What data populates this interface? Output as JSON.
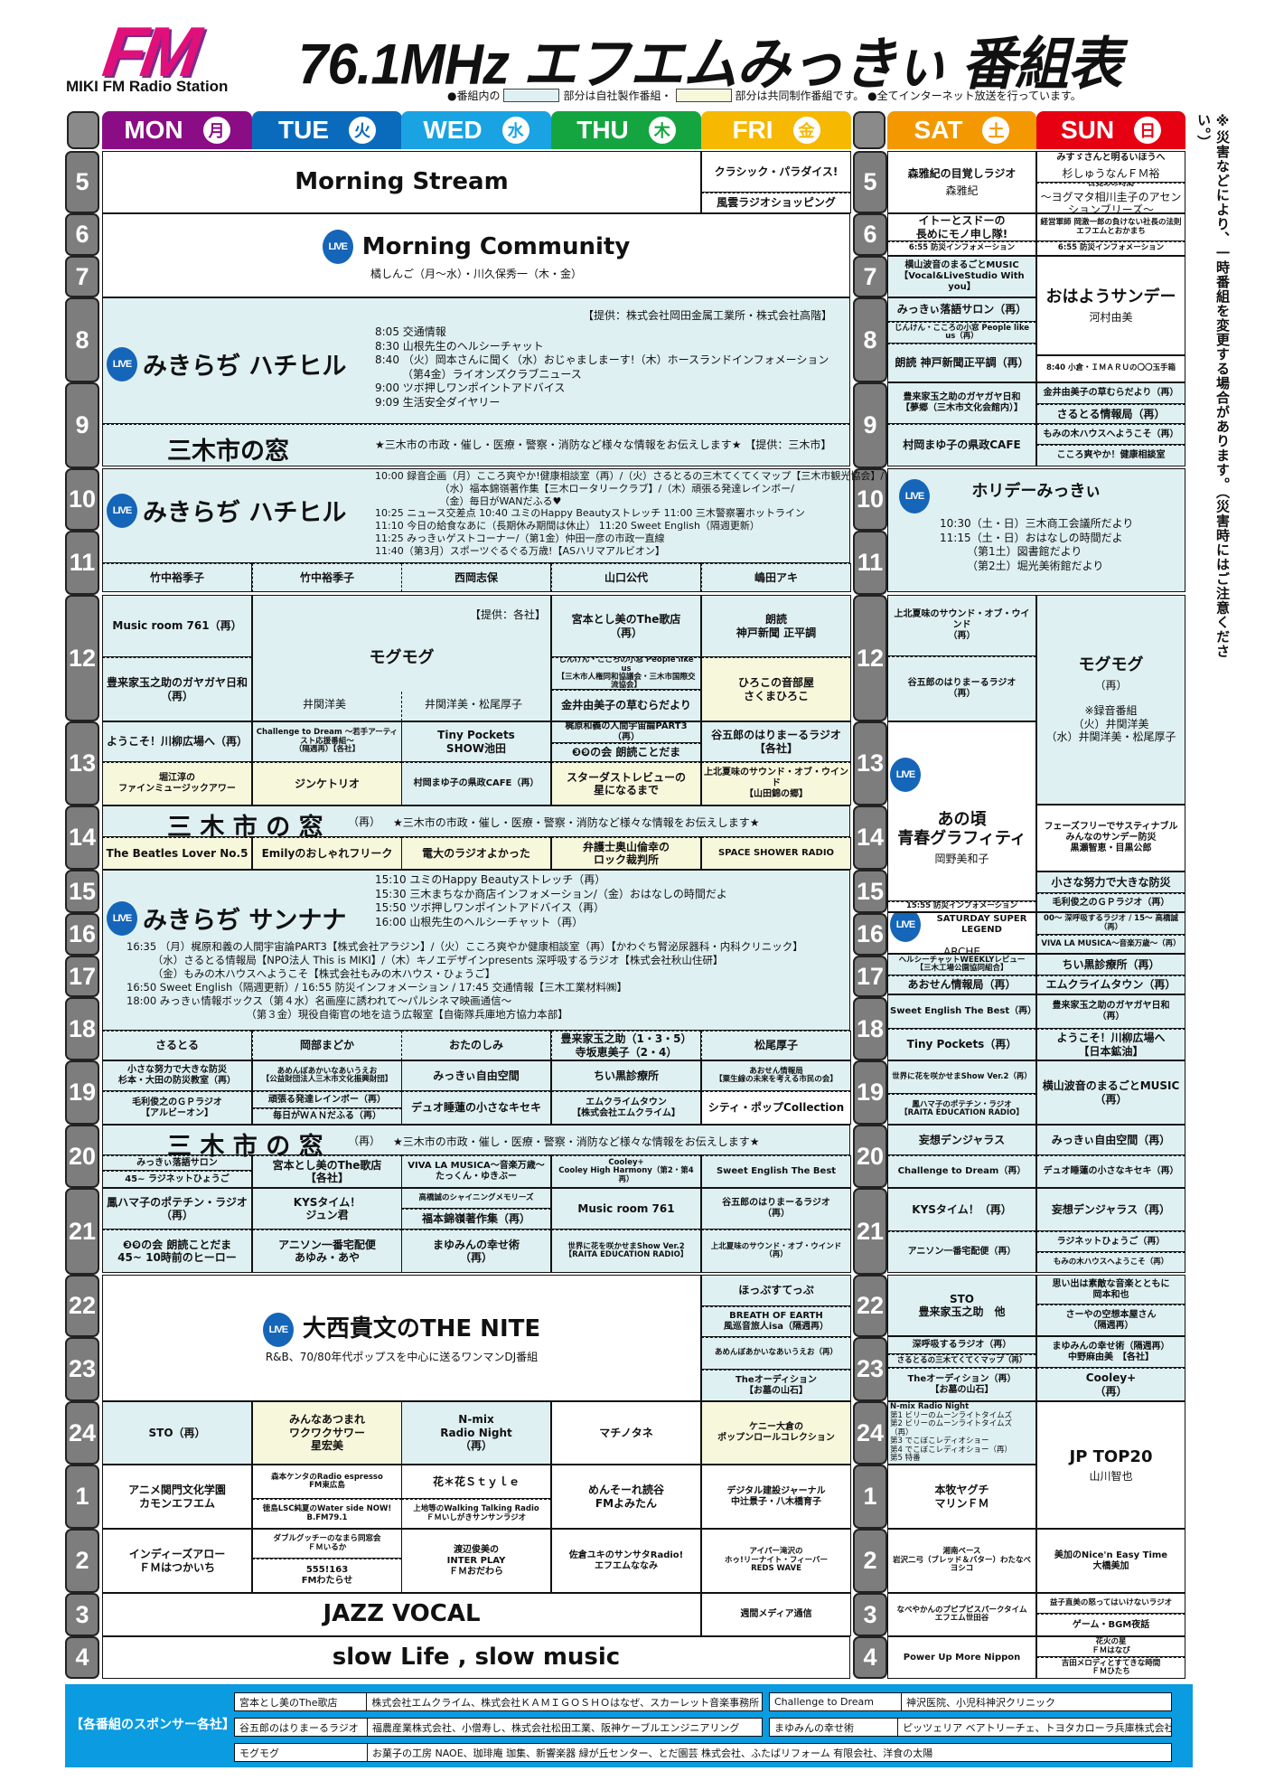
{
  "header": {
    "logo_text": "FM",
    "station_name": "MIKI FM Radio Station",
    "title": "76.1MHz エフエムみっきぃ 番組表",
    "legend_prefix": "●番組内の",
    "legend_own": "部分は自社製作番組・",
    "legend_joint": "部分は共同制作番組です。 ●全てインターネット放送を行っています。"
  },
  "days": [
    {
      "en": "MON",
      "jp": "月",
      "color": "#8b0d85"
    },
    {
      "en": "TUE",
      "jp": "火",
      "color": "#0a6bbd"
    },
    {
      "en": "WED",
      "jp": "水",
      "color": "#1aa3e3"
    },
    {
      "en": "THU",
      "jp": "木",
      "color": "#15a540"
    },
    {
      "en": "FRI",
      "jp": "金",
      "color": "#f6b800"
    },
    {
      "en": "SAT",
      "jp": "土",
      "color": "#f39800"
    },
    {
      "en": "SUN",
      "jp": "日",
      "color": "#e60012"
    }
  ],
  "colors": {
    "own_production": "#dff0f2",
    "joint_production": "#f7f7dc",
    "footer": "#0a9be0"
  },
  "hours": [
    "5",
    "6",
    "7",
    "8",
    "9",
    "10",
    "11",
    "12",
    "13",
    "14",
    "15",
    "16",
    "17",
    "18",
    "19",
    "20",
    "21",
    "22",
    "23",
    "24",
    "1",
    "2",
    "3",
    "4"
  ],
  "live_badge": "LIVE",
  "side_note": "※災害などにより、一時番組を変更する場合があります。（災害時にはご注意ください。）",
  "grid": {
    "ms": {
      "t": "Morning Stream"
    },
    "f5a": "クラシック・パラダイス!",
    "f5b": "風雲ラジオショッピング",
    "mc": {
      "t": "Morning Community",
      "s": "橘しんご（月～水）・川久保秀一（木・金）"
    },
    "hh1": "",
    "hh1_title": "みきらぢ ハチヒル",
    "hh1_sponsor": "【提供：株式会社岡田金属工業所・株式会社高階】",
    "hh1_list": "8:05  交通情報\n8:30  山根先生のヘルシーチャット\n8:40 （火）岡本さんに聞く（水）おじゃましまーす!（木）ホースランドインフォメーション\n　　　（第4金）ライオンズクラブニュース\n9:00  ツボ押しワンポイントアドバイス\n9:09  生活安全ダイヤリー",
    "mado1": "",
    "mado1_title": "三木市の窓",
    "mado1_info": "★三木市の市政・催し・医療・警察・消防など様々な情報をお伝えします★ 【提供：三木市】",
    "s5": {
      "t": "森雅紀の目覚しラジオ",
      "s": "森雅紀"
    },
    "u5a": {
      "t": "みすゞさんと明るいほうへ",
      "s": "杉しゅうなんＦＭ裕"
    },
    "u5b": {
      "t": "目覚めの時間",
      "s": "～ヨグマタ相川圭子のアセンションブリーズ～"
    },
    "s6a": "イトーとスドーの\n長めにモノ申し隊!",
    "s6b": "6:55 防災インフォメーション",
    "u6a": "経営軍師 岡激一郎の負けない社長の法則\nエフエムとおかまち",
    "u6b": "6:55 防災インフォメーション",
    "s7": "横山波音のまるごとMUSIC\n【Vocal&LiveStudio With you】",
    "s8a": "みっきぃ落語サロン（再）",
    "s8b": "じんけん・こころの小窓 People like us（再）",
    "s8c": "朗読 神戸新聞正平調（再）",
    "u7": {
      "t": "おはようサンデー",
      "s": "河村由美"
    },
    "u8": "8:40 小倉・ＩＭＡＲＵの〇〇玉手箱",
    "s9a": "豊来家玉之助のガヤガヤ日和\n【夢郷（三木市文化会館内）】",
    "s9b": "村岡まゆ子の県政CAFE",
    "u9a": "金井由美子の草むらだより（再）",
    "u9b": "さるとる情報局（再）",
    "u9c": "もみの木ハウスへようこそ（再）",
    "u9d": "こころ爽やか！健康相談室",
    "hh2": "",
    "hh2_title": "みきらぢ ハチヒル",
    "hh2_list": "10:00 録音企画（月）こころ爽やか!健康相談室（再）/（火）さるとるの三木てくてくマップ【三木市観光協会】/\n　　　　　　　（水）福本錦嶺著作集【三木ロータリークラブ】/（木）頑張る発達レインボー/\n　　　　　　　（金）毎日がWANだふる♥\n10:25 ニュース交差点  10:40 ユミのHappy Beautyストレッチ  11:00 三木警察署ホットライン\n11:10 今日の給食なあに（長期休み期間は休止）  11:20 Sweet English（隔週更新）\n11:25 みっきぃゲストコーナー/（第1金）仲田一彦の市政一直線\n11:40（第3月）スポーツぐるぐる万歳!【ASハリマアルビオン】",
    "n11a": "竹中裕季子",
    "n11b": "竹中裕季子",
    "n11c": "西岡志保",
    "n11d": "山口公代",
    "n11e": "嶋田アキ",
    "holiday": {
      "t": "ホリデーみっきぃ"
    },
    "holiday_list": "10:30（土・日）三木商工会議所だより\n11:15（土・日）おはなしの時間だよ\n　　　（第1土）図書館だより\n　　　（第2土）堀光美術館だより",
    "m12a": "Music room 761（再）",
    "m12b": "豊来家玉之助のガヤガヤ日和\n（再）",
    "mog": {
      "t": "モグモグ"
    },
    "mog_sponsor": "【提供：各社】",
    "mog_n1": "井関洋美",
    "mog_n2": "井関洋美・松尾厚子",
    "th12a": "宮本とし美のThe歌店\n（再）",
    "th12b": "じんけん・こころの小窓 People like us\n【三木市人権同和協議会・三木市国際交流協会】",
    "th12c": "金井由美子の草むらだより",
    "f12a": "朗読\n神戸新聞 正平調",
    "f12b": "ひろこの音部屋\nさくまひろこ",
    "s12a": "上北夏味のサウンド・オブ・ウインド\n（再）",
    "s12b": "谷五郎のはりまーるラジオ\n（再）",
    "u12": {
      "t": "モグモグ",
      "s": "（再）",
      "n": "※録音番組\n（火）井関洋美\n（水）井関洋美・松尾厚子"
    },
    "m13a": "ようこそ！川柳広場へ（再）",
    "m13b": "堀江淳の\nファインミュージックアワー",
    "tu13a": "Challenge to Dream ～若手アーティスト応援番組～\n（隔週再）【各社】",
    "tu13b": "ジンケトリオ",
    "w13a": "Tiny Pockets\nSHOW池田",
    "w13b": "村岡まゆ子の県政CAFE（再）",
    "th13a": "梶原和義の人間宇宙論PART3（再）",
    "th13b": "❸❾の会 朗読ことだま",
    "th13c": "スターダストレビューの\n星になるまで",
    "f13a": "谷五郎のはりまーるラジオ\n【各社】",
    "f13b": "上北夏味のサウンド・オブ・ウインド\n【山田錦の郷】",
    "s13": {
      "t": "あの頃\n青春グラフィティ",
      "s": "岡野美和子"
    },
    "s1555": "15:55 防災インフォメーション",
    "mado2": "",
    "mado2_title": "三 木 市 の 窓",
    "mado2_re": "（再）",
    "mado2_info": "★三木市の市政・催し・医療・警察・消防など様々な情報をお伝えします★",
    "m14": "The Beatles Lover No.5",
    "tu14": "Emilyのおしゃれフリーク",
    "w14": "電大のラジオよかった",
    "th14": "弁護士奥山倫幸の\nロック裁判所",
    "f14": "SPACE SHOWER RADIO",
    "u14": "フェーズフリーでサスティナブル\nみんなのサンデー防災\n黒瀬智恵・目黒公郎",
    "sn": "",
    "sn_title": "みきらぢ サンナナ",
    "sn_list1": "15:10  ユミのHappy Beautyストレッチ（再）\n15:30  三木まちなか商店インフォメーション/（金）おはなしの時間だよ\n15:50  ツボ押しワンポイントアドバイス（再）\n16:00  山根先生のヘルシーチャット（再）",
    "sn_list2": "16:35 （月）梶原和義の人間宇宙論PART3【株式会社アラジン】/（火）こころ爽やか健康相談室（再）【かわぐち腎泌尿器科・内科クリニック】\n　　　（水）さるとる情報局【NPO法人 This is MIKI】/（木）キノエデザインpresents 深呼吸するラジオ【株式会社秋山住研】\n　　　（金）もみの木ハウスへようこそ【株式会社もみの木ハウス・ひょうご】\n16:50  Sweet English（隔週更新）/ 16:55  防災インフォメーション / 17:45  交通情報【三木工業材料㈱】\n18:00  みっきぃ情報ボックス（第４水）名画座に誘われて～パルシネマ映画通信～\n　　　　　　　　　　　　（第３金）現役自衛官の地を這う広報室【自衛隊兵庫地方協力本部】",
    "n18a": "さるとる",
    "n18b": "岡部まどか",
    "n18c": "おたのしみ",
    "n18d": "豊来家玉之助（1・3・5）\n寺坂恵美子（2・4）",
    "n18e": "松尾厚子",
    "u15a": "小さな努力で大きな防災",
    "u15b": "毛利俊之のＧＰラジオ（再）",
    "s16": {
      "t": "SATURDAY SUPER LEGEND",
      "s": "ARCHE"
    },
    "u16a": "00～ 深呼吸するラジオ / 15～ 高橋誠（再）",
    "u16b": "VIVA LA MUSICA～音楽万歳～（再）",
    "s17a": "ヘルシーチャットWEEKLYレビュー\n【三木工場公園協同組合】",
    "s17b": "あおせん情報局（再）",
    "u17a": "ちい黒診療所（再）",
    "u17b": "エムクライムタウン（再）",
    "s18a": "Sweet English The Best（再）",
    "s18b": "Tiny Pockets（再）",
    "u18a": "豊来家玉之助のガヤガヤ日和\n（再）",
    "u18b": "ようこそ！川柳広場へ\n【日本鉱油】",
    "m19a": "小さな努力で大きな防災\n杉本・大田の防災教室（再）",
    "m19b": "毛利俊之のＧＰラジオ\n【アルビーオン】",
    "tu19a": "あめんぼあかいなあいうえお\n【公益財団法人三木市文化振興財団】",
    "tu19b": "頑張る発達レインボー（再）",
    "tu19c": "毎日がＷＡＮだふる（再）",
    "w19a": "みっきぃ自由空間",
    "w19b": "デュオ睡蓮の小さなキセキ",
    "th19a": "ちい黒診療所",
    "th19b": "エムクライムタウン\n【株式会社エムクライム】",
    "f19a": "あおせん情報局\n【粟生線の未来を考える市民の会】",
    "f19b": "シティ・ポップCollection",
    "s19a": "世界に花を咲かせまShow Ver.2（再）",
    "s19b": "鳳ハマ子のポテチン・ラジオ\n【RAITA EDUCATION RADIO】",
    "u19": "横山波音のまるごとMUSIC\n（再）",
    "mado3": "",
    "mado3_title": "三 木 市 の 窓",
    "mado3_re": "（再）",
    "mado3_info": "★三木市の市政・催し・医療・警察・消防など様々な情報をお伝えします★",
    "m20a": "みっきぃ落語サロン",
    "m20b": "45~ ラジネットひょうご",
    "tu20": "宮本とし美のThe歌店\n【各社】",
    "w20": "VIVA LA MUSICA～音楽万歳～\nたっくん・ゆきぶー",
    "th20": "Cooley+\nCooley High Harmony（第2・第4再）",
    "f20": "Sweet English The Best",
    "s20a": "妄想デンジャラス",
    "s20b": "Challenge to Dream（再）",
    "u20a": "みっきぃ自由空間（再）",
    "u20b": "デュオ睡蓮の小さなキセキ（再）",
    "m21a": "鳳ハマ子のポテチン・ラジオ\n（再）",
    "m21b": "❸❾の会 朗読ことだま\n45~ 10時前のヒーロー",
    "tu21a": "KYSタイム！\nジュン君",
    "tu21b": "アニソン一番宅配便\nあゆみ・あや",
    "w21a": "高橋誠のシャイニングメモリーズ",
    "w21b": "福本錦嶺著作集（再）",
    "w21c": "まゆみんの幸せ術\n（再）",
    "th21a": "Music room 761",
    "th21b": "世界に花を咲かせまShow Ver.2\n【RAITA EDUCATION RADIO】",
    "f21a": "谷五郎のはりまーるラジオ\n（再）",
    "f21b": "上北夏味のサウンド・オブ・ウインド\n（再）",
    "s21a": "KYSタイム！（再）",
    "s21b": "アニソン一番宅配便（再）",
    "u21a": "妄想デンジャラス（再）",
    "u21b": "ラジネットひょうご（再）",
    "u21c": "もみの木ハウスへようこそ（再）",
    "nite": {
      "t": "大西貴文のTHE NITE",
      "s": "R&B、70/80年代ポップスを中心に送るワンマンDJ番組"
    },
    "f22a": "ほっぷすてっぷ",
    "f22b": "BREATH OF EARTH\n風巡音旅人isa（隔週再）",
    "f23a": "あめんぼあかいなあいうえお（再）",
    "f23b": "Theオーディション\n【お墓の山石】",
    "s22": "STO\n豊来家玉之助　他",
    "u22a": "思い出は素敵な音楽とともに\n岡本和也",
    "u22b": "さーやの空想本屋さん\n（隔週再）",
    "s23a": "深呼吸するラジオ（再）",
    "s23b": "さるとるの三木てくてくマップ（再）",
    "s23c": "Theオーディション（再）\n【お墓の山石】",
    "u23a": "まゆみんの幸せ術（隔週再）\n中野麻由美　【各社】",
    "u23b": "Cooley+\n（再）",
    "m24": "STO（再）",
    "tu24": "みんなあつまれ\nワクワクサワー\n星宏美",
    "w24": "N-mix\nRadio Night\n（再）",
    "th24": "マチノタネ",
    "f24": "ケニー大倉の\nポップンロールコレクション",
    "s24": {
      "t": "N-mix Radio Night",
      "n": "第1 ビリーのムーンライトタイムズ\n第2 ビリーのムーンライトタイムズ（再）\n第3 でこぼこレディオショー\n第4 でこぼこレディオショー（再）\n第5 特番"
    },
    "u24": {
      "t": "JP TOP20",
      "s": "山川智也"
    },
    "m1": "アニメ関門文化学園\nカモンエフエム",
    "tu1a": "森本ケンタのRadio espresso\nFM東広島",
    "tu1b": "徳島LSC純夏のWater side NOW!\nB.FM79.1",
    "w1a": "花＊花Ｓｔｙｌｅ",
    "w1b": "上地等のWalking Talking Radio\nＦＭいしがきサンサンラジオ",
    "th1": "めんそーれ読谷\nFMよみたん",
    "f1": "デジタル建設ジャーナル\n中辻景子・八木橋育子",
    "s1": "本牧ヤグチ\nマリンＦＭ",
    "m2": "インディーズアロー\nＦＭはつかいち",
    "tu2a": "ダブルグッチーのなまら同窓会\nＦＭいるか",
    "tu2b": "555!163\nFMわたらせ",
    "w2": "渡辺俊美の\nINTER PLAY\nＦＭおだわら",
    "th2": "佐倉ユキのサンサタRadio!\nエフエムななみ",
    "f2": "アイパー滝沢の\nホゥ!リーナイト・フィーバー\nREDS WAVE",
    "s2": "湘南ベース\n岩沢二弓（ブレッド＆バター）わたなべヨシコ",
    "u2": "美加のNice'n Easy Time\n大橋美加",
    "jazz": {
      "t": "JAZZ VOCAL"
    },
    "f3": "週間メディア通信",
    "s3": "なべやかんのプピプピスパークタイム\nエフエム世田谷",
    "u3a": "益子直美の怒ってはいけないラジオ",
    "u3b": "ゲーム・BGM夜話",
    "slow": {
      "t": "slow Life , slow music"
    },
    "s4": "Power Up More Nippon",
    "u4a": "花火の星\nＦＭはなび",
    "u4b": "吉田メロディとすてきな時間\nＦＭひたち"
  },
  "footer": {
    "label": "【各番組のスポンサー各社】",
    "sponsors": [
      {
        "program": "宮本とし美のThe歌店",
        "sponsors": "株式会社エムクライム、株式会社ＫＡＭＩＧＯＳＨＯはなぜ、スカーレット音楽事務所"
      },
      {
        "program": "Challenge to Dream",
        "sponsors": "神沢医院、小児科神沢クリニック"
      },
      {
        "program": "谷五郎のはりまーるラジオ",
        "sponsors": "福農産業株式会社、小僧寿し、株式会社松田工業、阪神ケーブルエンジニアリング"
      },
      {
        "program": "まゆみんの幸せ術",
        "sponsors": "ピッツェリア ベアトリーチェ、トヨタカローラ兵庫株式会社"
      },
      {
        "program": "モグモグ",
        "sponsors": "お菓子の工房 NAOE、珈琲庵 珈集、新響楽器 緑が丘センター、とだ園芸 株式会社、ふたばリフォーム 有限会社、洋食の太陽"
      }
    ]
  }
}
